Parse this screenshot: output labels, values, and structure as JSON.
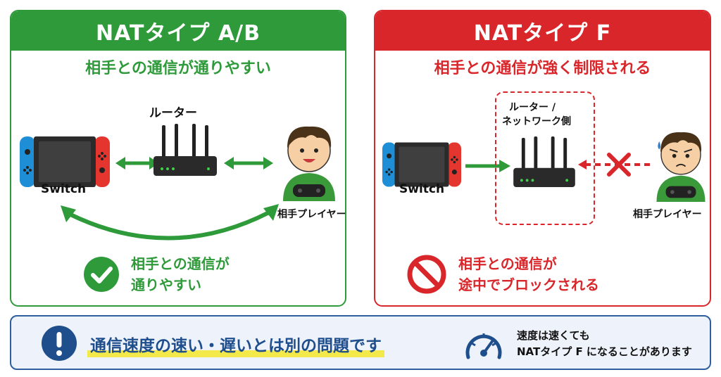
{
  "colors": {
    "good": "#2e9a3a",
    "bad": "#d9262a",
    "info": "#1f4e8c",
    "highlight": "#f4e94a"
  },
  "left_panel": {
    "title": "NATタイプ A/B",
    "subtitle": "相手との通信が通りやすい",
    "router_label": "ルーター",
    "switch_label": "Switch",
    "player_label": "相手プレイヤー",
    "result_line1": "相手との通信が",
    "result_line2": "通りやすい",
    "result_icon": "check-circle-icon"
  },
  "right_panel": {
    "title": "NATタイプ F",
    "subtitle": "相手との通信が強く制限される",
    "router_label_line1": "ルーター /",
    "router_label_line2": "ネットワーク側",
    "switch_label": "Switch",
    "player_label": "相手プレイヤー",
    "result_line1": "相手との通信が",
    "result_line2": "途中でブロックされる",
    "result_icon": "prohibited-icon"
  },
  "bottom": {
    "icon": "exclamation-circle-icon",
    "main_text": "通信速度の速い・遅いとは別の問題です",
    "gauge_icon": "speedometer-icon",
    "note_line1": "速度は速くても",
    "note_line2": "NATタイプ F になることがあります"
  }
}
